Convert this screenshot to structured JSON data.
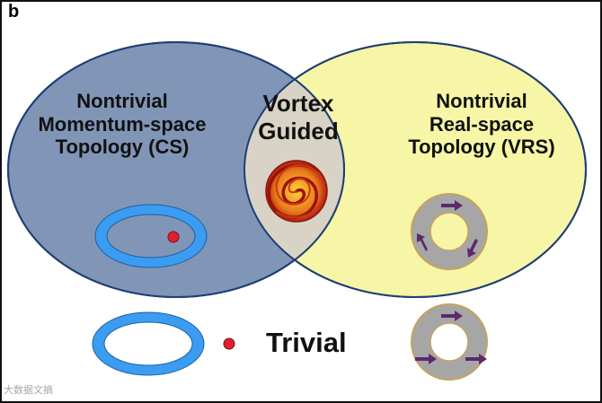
{
  "panel_label": "b",
  "left_region": {
    "lines": [
      "Nontrivial",
      "Momentum-space",
      "Topology (CS)"
    ]
  },
  "overlap_region": {
    "lines": [
      "Vortex",
      "Guided"
    ]
  },
  "right_region": {
    "lines": [
      "Nontrivial",
      "Real-space",
      "Topology (VRS)"
    ]
  },
  "trivial_label": "Trivial",
  "watermark": "大数据文摘",
  "colors": {
    "left_ellipse": "#8195b6",
    "right_ellipse": "#f6f6a6",
    "overlap": "#d9d3c6",
    "ellipse_border": "#1f3f74",
    "ring_blue": "#3b9df2",
    "dot_red": "#e21f30",
    "donut_gray": "#a7a6a6",
    "donut_border": "#c6a35e",
    "arrow_purple": "#5a2a6d"
  },
  "icons": [
    "blue-ring-icon",
    "red-dot-icon",
    "vortex-spiral-icon",
    "donut-arrows-icon"
  ]
}
